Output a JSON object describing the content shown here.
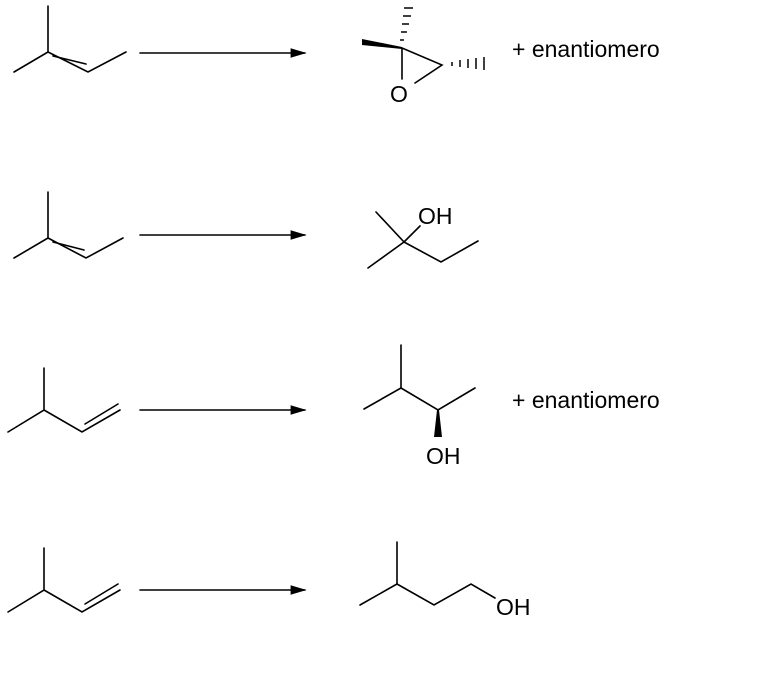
{
  "reactions": [
    {
      "product_label": "O",
      "note": "+ enantiomero"
    },
    {
      "product_label": "OH",
      "note": ""
    },
    {
      "product_label": "OH",
      "note": "+ enantiomero"
    },
    {
      "product_label": "OH",
      "note": ""
    }
  ]
}
